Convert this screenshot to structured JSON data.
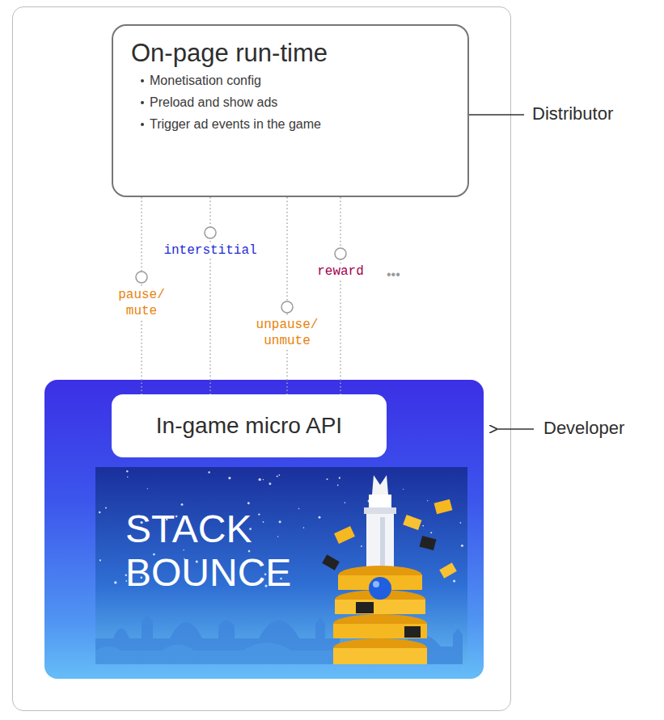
{
  "diagram": {
    "nodes": [
      {
        "text": [
          "On-page run-time",
          "Monetisation config",
          "Preload and show ads",
          "Trigger ad events in the game"
        ]
      },
      {
        "text": [
          "In-game micro API"
        ]
      }
    ],
    "edges": [
      {
        "from": 0,
        "to": 1,
        "arrow": "none",
        "label": "pause/ mute"
      },
      {
        "from": 0,
        "to": 1,
        "arrow": "none",
        "label": "interstitial"
      },
      {
        "from": 0,
        "to": 1,
        "arrow": "none",
        "label": "unpause/ unmute"
      },
      {
        "from": 0,
        "to": 1,
        "arrow": "none",
        "label": "reward"
      }
    ],
    "labels": [
      "Distributor",
      "Developer",
      "STACK BOUNCE",
      "•••"
    ]
  }
}
